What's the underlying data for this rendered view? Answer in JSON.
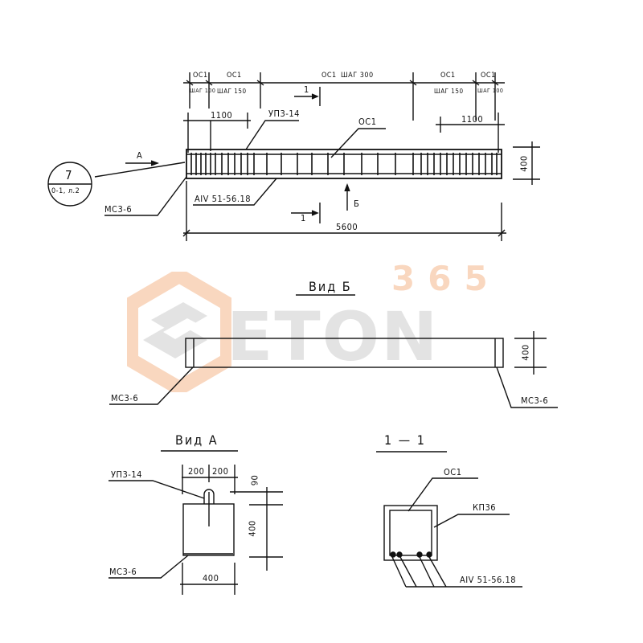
{
  "watermark": {
    "brand_prefix_icon": "hexagon-b-logo",
    "brand_text": "ETON",
    "brand_suffix": "365",
    "colors": {
      "orange": "#f9d7bf",
      "gray": "#e3e3e3"
    }
  },
  "elevation": {
    "top_dims": {
      "zone1": {
        "mark": "ОС1",
        "step": "ШАГ 100"
      },
      "zone2": {
        "mark": "ОС1",
        "step": "ШАГ 150"
      },
      "zone3": {
        "mark": "ОС1",
        "step": "ШАГ 300"
      },
      "zone4": {
        "mark": "ОС1",
        "step": "ШАГ 150"
      },
      "zone5": {
        "mark": "ОС1",
        "step": "ШАГ 100"
      }
    },
    "end_zone_left": "1100",
    "end_zone_right": "1100",
    "label_lifting_loop": "УП3-14",
    "label_stirrup": "ОС1",
    "label_rebar": "АIV 51-56.18",
    "label_embed": "МС3-6",
    "height": "400",
    "length": "5600",
    "view_arrow_a": "А",
    "view_arrow_b": "Б",
    "section_mark": "1",
    "callout": {
      "number": "7",
      "sheet": "0-1, л.2"
    }
  },
  "view_b": {
    "title": "Вид Б",
    "height": "400",
    "label_embed_left": "МС3-6",
    "label_embed_right": "МС3-6"
  },
  "view_a": {
    "title": "Вид А",
    "dim_left": "200",
    "dim_right": "200",
    "loop_height": "90",
    "height": "400",
    "width": "400",
    "label_lifting_loop": "УП3-14",
    "label_embed": "МС3-6"
  },
  "section_1_1": {
    "title": "1 — 1",
    "label_stirrup": "ОС1",
    "label_cage": "КП36",
    "label_rebar": "АIV 51-56.18"
  }
}
